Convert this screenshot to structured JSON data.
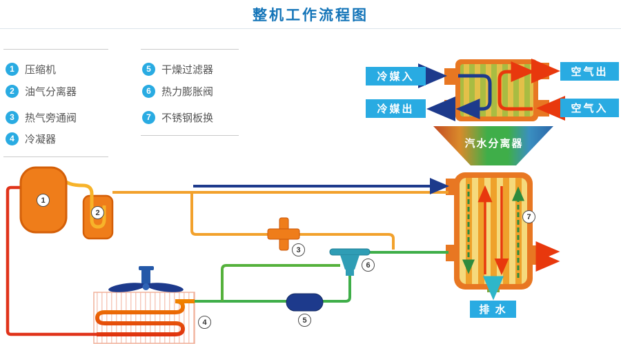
{
  "title": "整机工作流程图",
  "legend": {
    "items": [
      {
        "num": "1",
        "label": "压缩机"
      },
      {
        "num": "2",
        "label": "油气分离器"
      },
      {
        "num": "3",
        "label": "热气旁通阀"
      },
      {
        "num": "4",
        "label": "冷凝器"
      },
      {
        "num": "5",
        "label": "干燥过滤器"
      },
      {
        "num": "6",
        "label": "热力膨胀阀"
      },
      {
        "num": "7",
        "label": "不锈钢板换"
      }
    ]
  },
  "flow_labels": {
    "refrigerant_in": "冷媒入",
    "refrigerant_out": "冷媒出",
    "air_out": "空气出",
    "air_in": "空气入",
    "separator": "汽水分离器",
    "drain": "排 水"
  },
  "markers": {
    "m1": "1",
    "m2": "2",
    "m3": "3",
    "m4": "4",
    "m5": "5",
    "m6": "6",
    "m7": "7"
  },
  "colors": {
    "title_blue": "#1374b8",
    "label_blue": "#29abe2",
    "navy": "#1d3a8c",
    "red": "#e8380d",
    "orange": "#ef7d1a",
    "green": "#3fae49",
    "teal": "#2eb6c9"
  }
}
